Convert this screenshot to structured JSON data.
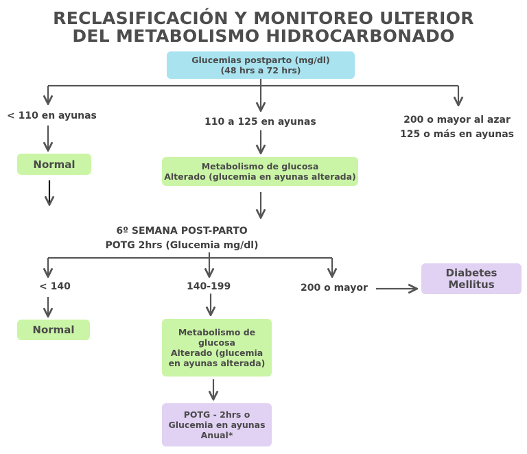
{
  "title": {
    "line1": "RECLASIFICACIÓN Y MONITOREO ULTERIOR",
    "line2": "DEL METABOLISMO HIDROCARBONADO"
  },
  "top": {
    "box_line1": "Glucemias postparto (mg/dl)",
    "box_line2": "(48 hrs a 72 hrs)"
  },
  "branch1": {
    "left_label": "< 110 en ayunas",
    "mid_label": "110 a 125 en ayunas",
    "right_label_line1": "200 o mayor al azar",
    "right_label_line2": "125 o más en ayunas",
    "normal_box": "Normal",
    "metab_line1": "Metabolismo de glucosa",
    "metab_line2": "Alterado (glucemia en ayunas alterada)"
  },
  "week6": {
    "line1": "6º SEMANA POST-PARTO",
    "line2": "POTG 2hrs (Glucemia mg/dl)"
  },
  "branch2": {
    "left_label": "< 140",
    "mid_label": "140-199",
    "right_label": "200 o mayor",
    "normal_box": "Normal",
    "diabetes_line1": "Diabetes",
    "diabetes_line2": "Mellitus",
    "metab_line1": "Metabolismo de",
    "metab_line2": "glucosa",
    "metab_line3": "Alterado (glucemia",
    "metab_line4": "en ayunas alterada)",
    "potg_line1": "POTG - 2hrs o",
    "potg_line2": "Glucemia en ayunas",
    "potg_line3": "Anual*"
  },
  "colors": {
    "blue_box": "#a9e3ef",
    "green_box": "#cbf5a6",
    "purple_box": "#e1d1f3",
    "arrow": "#555555"
  }
}
